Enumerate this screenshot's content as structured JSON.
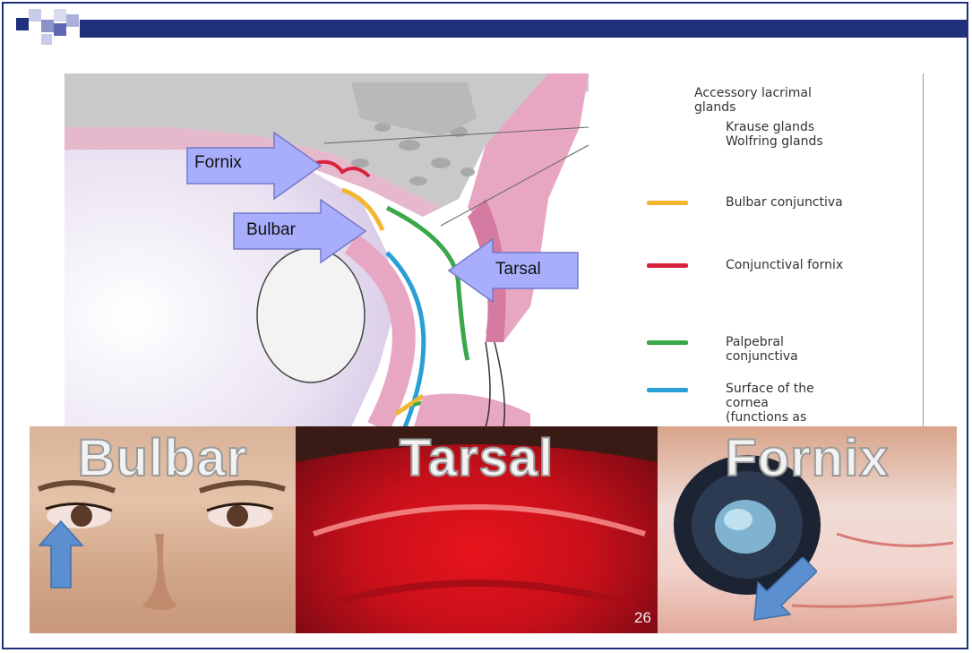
{
  "legend": {
    "heading": "Accessory lacrimal\nglands",
    "krause": "Krause glands",
    "wolfring": "Wolfring glands",
    "items": [
      {
        "label": "Bulbar conjunctiva",
        "color": "#f2b632"
      },
      {
        "label": "Conjunctival fornix",
        "color": "#d9233c"
      },
      {
        "label": "Palpebral\nconjunctiva",
        "color": "#3aa84a"
      },
      {
        "label": "Surface of the\ncornea\n(functions as",
        "color": "#2a9fd6"
      }
    ]
  },
  "callouts": {
    "fornix": "Fornix",
    "bulbar": "Bulbar",
    "tarsal": "Tarsal"
  },
  "photos": {
    "bulbar": "Bulbar",
    "tarsal": "Tarsal",
    "fornix": "Fornix"
  },
  "page_number": "26",
  "colors": {
    "frame": "#1f2f7a",
    "callout_fill": "#a9aefc",
    "callout_stroke": "#7479c8",
    "indicator_arrow": "#5b8fd0"
  }
}
